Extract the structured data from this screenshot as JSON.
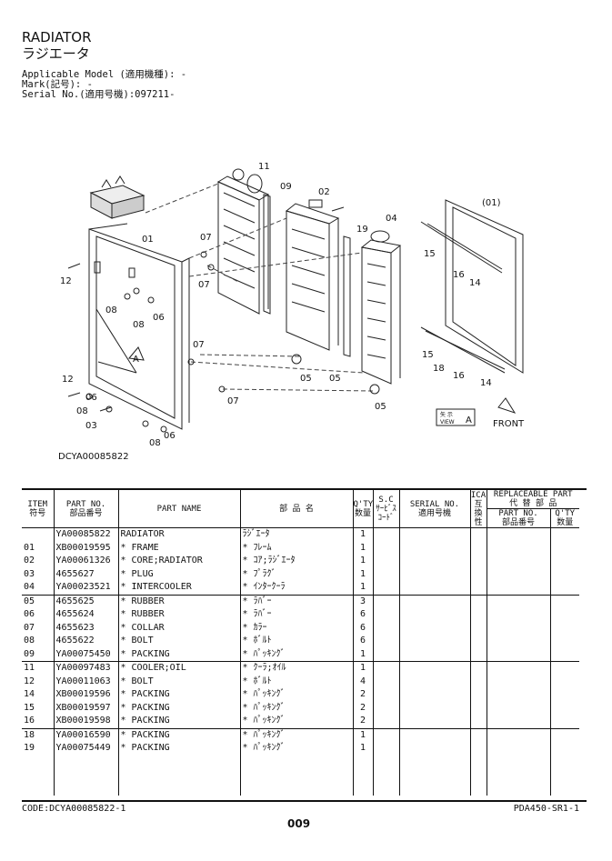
{
  "header": {
    "title_en": "RADIATOR",
    "title_jp": "ラジエータ",
    "model_line": "Applicable Model (適用機種): -",
    "mark_line": "Mark(記号): -",
    "serial_line": "Serial No.(適用号機):097211-"
  },
  "diagram": {
    "id_label": "DCYA00085822",
    "callouts": [
      "01",
      "02",
      "03",
      "04",
      "05",
      "06",
      "07",
      "08",
      "09",
      "11",
      "12",
      "14",
      "15",
      "16",
      "18",
      "19",
      "(01)"
    ],
    "arrow_label": "A",
    "view_jp": "矢 示",
    "view_en": "VIEW",
    "front_label": "FRONT"
  },
  "table": {
    "headers": {
      "item_en": "ITEM",
      "item_jp": "符号",
      "partno_en": "PART NO.",
      "partno_jp": "部品番号",
      "partname": "PART NAME",
      "jpname": "部 品 名",
      "qty_en": "Q'TY",
      "qty_jp": "数量",
      "sc_1": "S.C",
      "sc_2": "ｻｰﾋﾞｽ",
      "sc_3": "ｺｰﾄﾞ",
      "serial_en": "SERIAL NO.",
      "serial_jp": "適用号機",
      "ica_1": "ICA",
      "ica_2": "互",
      "ica_3": "換",
      "ica_4": "性",
      "repl_en": "REPLACEABLE PART",
      "repl_jp": "代 替 部 品",
      "repl_partno_en": "PART NO.",
      "repl_partno_jp": "部品番号",
      "repl_qty_en": "Q'TY",
      "repl_qty_jp": "数量"
    },
    "rows": [
      {
        "item": "",
        "part_no": "YA00085822",
        "name": "RADIATOR",
        "jp": "ﾗｼﾞｴｰﾀ",
        "qty": "1",
        "grp": false
      },
      {
        "item": "01",
        "part_no": "XB00019595",
        "name": "* FRAME",
        "jp": "* ﾌﾚｰﾑ",
        "qty": "1",
        "grp": false
      },
      {
        "item": "02",
        "part_no": "YA00061326",
        "name": "* CORE;RADIATOR",
        "jp": "* ｺｱ;ﾗｼﾞｴｰﾀ",
        "qty": "1",
        "grp": false
      },
      {
        "item": "03",
        "part_no": "4655627",
        "name": "* PLUG",
        "jp": "* ﾌﾟﾗｸﾞ",
        "qty": "1",
        "grp": false
      },
      {
        "item": "04",
        "part_no": "YA00023521",
        "name": "* INTERCOOLER",
        "jp": "* ｲﾝﾀｰｸｰﾗ",
        "qty": "1",
        "grp": false
      },
      {
        "item": "05",
        "part_no": "4655625",
        "name": "* RUBBER",
        "jp": "* ﾗﾊﾞｰ",
        "qty": "3",
        "grp": true
      },
      {
        "item": "06",
        "part_no": "4655624",
        "name": "* RUBBER",
        "jp": "* ﾗﾊﾞｰ",
        "qty": "6",
        "grp": false
      },
      {
        "item": "07",
        "part_no": "4655623",
        "name": "* COLLAR",
        "jp": "* ｶﾗｰ",
        "qty": "6",
        "grp": false
      },
      {
        "item": "08",
        "part_no": "4655622",
        "name": "* BOLT",
        "jp": "* ﾎﾞﾙﾄ",
        "qty": "6",
        "grp": false
      },
      {
        "item": "09",
        "part_no": "YA00075450",
        "name": "* PACKING",
        "jp": "* ﾊﾟｯｷﾝｸﾞ",
        "qty": "1",
        "grp": false
      },
      {
        "item": "11",
        "part_no": "YA00097483",
        "name": "* COOLER;OIL",
        "jp": "* ｸｰﾗ;ｵｲﾙ",
        "qty": "1",
        "grp": true
      },
      {
        "item": "12",
        "part_no": "YA00011063",
        "name": "* BOLT",
        "jp": "* ﾎﾞﾙﾄ",
        "qty": "4",
        "grp": false
      },
      {
        "item": "14",
        "part_no": "XB00019596",
        "name": "* PACKING",
        "jp": "* ﾊﾟｯｷﾝｸﾞ",
        "qty": "2",
        "grp": false
      },
      {
        "item": "15",
        "part_no": "XB00019597",
        "name": "* PACKING",
        "jp": "* ﾊﾟｯｷﾝｸﾞ",
        "qty": "2",
        "grp": false
      },
      {
        "item": "16",
        "part_no": "XB00019598",
        "name": "* PACKING",
        "jp": "* ﾊﾟｯｷﾝｸﾞ",
        "qty": "2",
        "grp": false
      },
      {
        "item": "18",
        "part_no": "YA00016590",
        "name": "* PACKING",
        "jp": "* ﾊﾟｯｷﾝｸﾞ",
        "qty": "1",
        "grp": true
      },
      {
        "item": "19",
        "part_no": "YA00075449",
        "name": "* PACKING",
        "jp": "* ﾊﾟｯｷﾝｸﾞ",
        "qty": "1",
        "grp": false
      }
    ]
  },
  "footer": {
    "code": "CODE:DCYA00085822-1",
    "page": "009",
    "doc_no": "PDA450-SR1-1"
  }
}
